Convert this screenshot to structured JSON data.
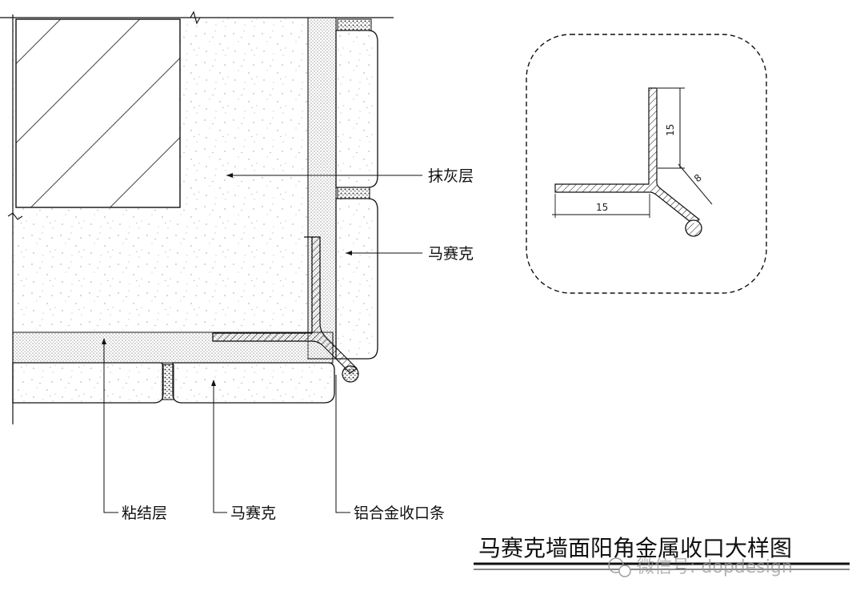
{
  "labels": {
    "plaster": "抹灰层",
    "mosaic_right": "马赛克",
    "bonding": "粘结层",
    "mosaic_bottom": "马赛克",
    "trim": "铝合金收口条"
  },
  "detail": {
    "dim_vertical": "15",
    "dim_diagonal": "8",
    "dim_horizontal": "15"
  },
  "title": "马赛克墙面阳角金属收口大样图",
  "watermark": "微信号: dopdesign",
  "colors": {
    "line": "#111111",
    "background": "#ffffff",
    "watermark": "#9a9a9a"
  }
}
